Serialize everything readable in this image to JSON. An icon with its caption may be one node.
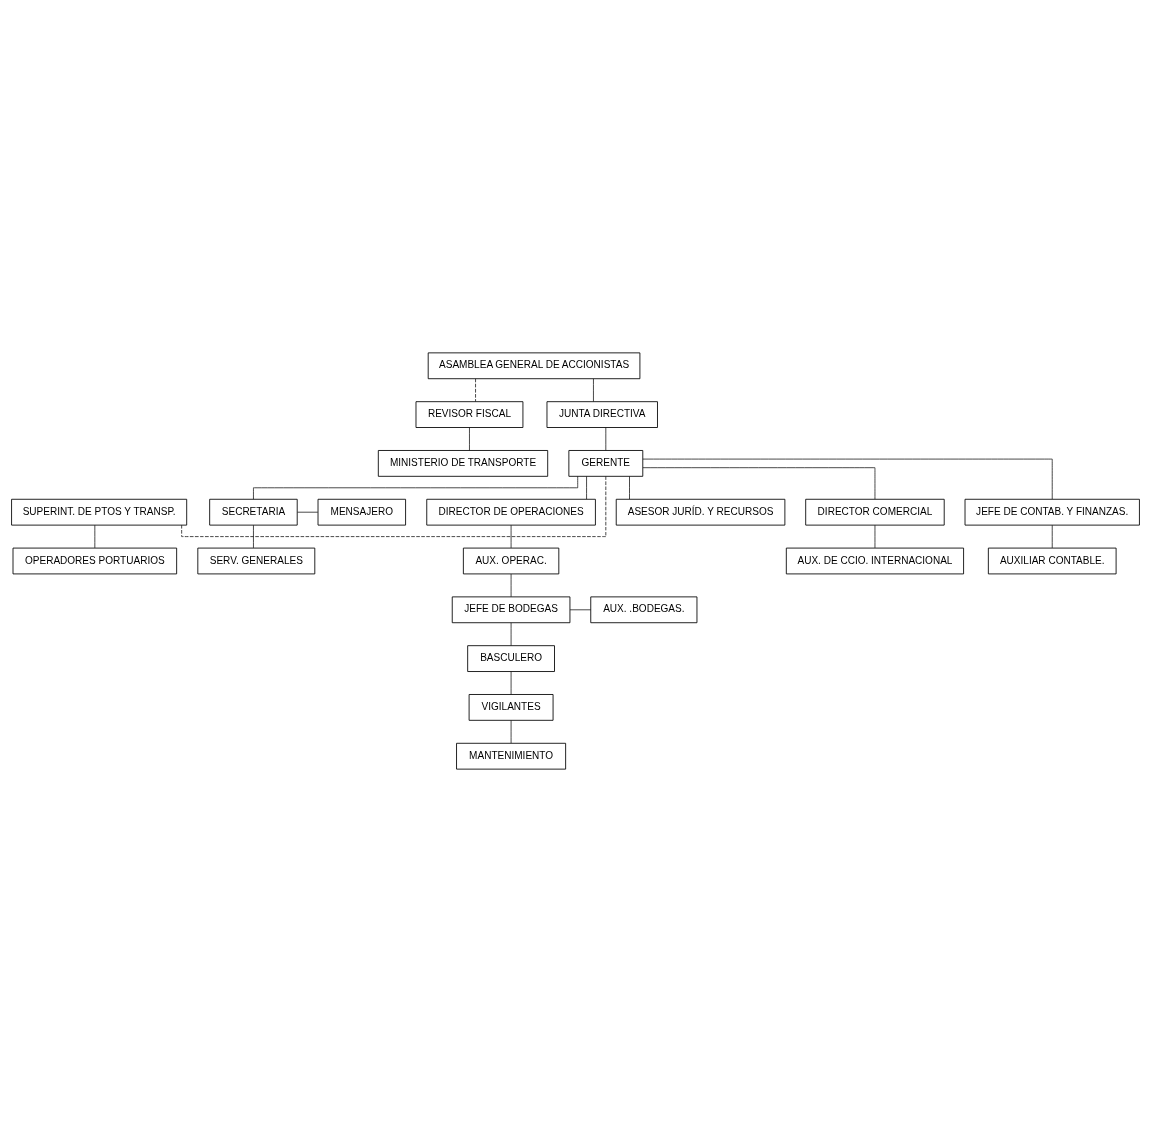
{
  "diagram": {
    "nodes": [
      {
        "text": [
          "ASAMBLEA GENERAL DE ACCIONISTAS"
        ]
      },
      {
        "text": [
          "REVISOR FISCAL"
        ]
      },
      {
        "text": [
          "JUNTA DIRECTIVA"
        ]
      },
      {
        "text": [
          "MINISTERIO DE TRANSPORTE"
        ]
      },
      {
        "text": [
          "GERENTE"
        ]
      },
      {
        "text": [
          "SUPERINT. DE PTOS Y TRANSP."
        ]
      },
      {
        "text": [
          "SECRETARIA"
        ]
      },
      {
        "text": [
          "MENSAJERO"
        ]
      },
      {
        "text": [
          "OPERADORES PORTUARIOS"
        ]
      },
      {
        "text": [
          "SERV. GENERALES"
        ]
      },
      {
        "text": [
          "DIRECTOR DE OPERACIONES"
        ]
      },
      {
        "text": [
          "ASESOR JURÍD. Y RECURSOS"
        ]
      },
      {
        "text": [
          "DIRECTOR COMERCIAL"
        ]
      },
      {
        "text": [
          "JEFE DE CONTAB. Y FINANZAS."
        ]
      },
      {
        "text": [
          "AUX. OPERAC."
        ]
      },
      {
        "text": [
          "AUX. DE CCIO. INTERNACIONAL"
        ]
      },
      {
        "text": [
          "AUXILIAR CONTABLE."
        ]
      },
      {
        "text": [
          "JEFE DE BODEGAS"
        ]
      },
      {
        "text": [
          "AUX. .BODEGAS."
        ]
      },
      {
        "text": [
          "BASCULERO"
        ]
      },
      {
        "text": [
          "VIGILANTES"
        ]
      },
      {
        "text": [
          "MANTENIMIENTO"
        ]
      }
    ],
    "edges": [
      {
        "from": 0,
        "to": 2,
        "arrow": "none"
      },
      {
        "from": 0,
        "to": 1,
        "arrow": "none",
        "style": "dashed"
      },
      {
        "from": 1,
        "to": 3,
        "arrow": "none"
      },
      {
        "from": 2,
        "to": 4,
        "arrow": "none"
      },
      {
        "from": 4,
        "to": 5,
        "arrow": "none",
        "style": "dashed"
      },
      {
        "from": 5,
        "to": 8,
        "arrow": "none"
      },
      {
        "from": 4,
        "to": 6,
        "arrow": "none"
      },
      {
        "from": 6,
        "to": 7,
        "arrow": "none"
      },
      {
        "from": 6,
        "to": 9,
        "arrow": "none"
      },
      {
        "from": 4,
        "to": 10,
        "arrow": "none"
      },
      {
        "from": 4,
        "to": 11,
        "arrow": "none"
      },
      {
        "from": 4,
        "to": 12,
        "arrow": "none"
      },
      {
        "from": 4,
        "to": 13,
        "arrow": "none"
      },
      {
        "from": 10,
        "to": 14,
        "arrow": "none"
      },
      {
        "from": 12,
        "to": 15,
        "arrow": "none"
      },
      {
        "from": 13,
        "to": 16,
        "arrow": "none"
      },
      {
        "from": 14,
        "to": 17,
        "arrow": "none"
      },
      {
        "from": 17,
        "to": 18,
        "arrow": "none"
      },
      {
        "from": 17,
        "to": 19,
        "arrow": "none"
      },
      {
        "from": 19,
        "to": 20,
        "arrow": "none"
      },
      {
        "from": 20,
        "to": 21,
        "arrow": "none"
      }
    ]
  }
}
